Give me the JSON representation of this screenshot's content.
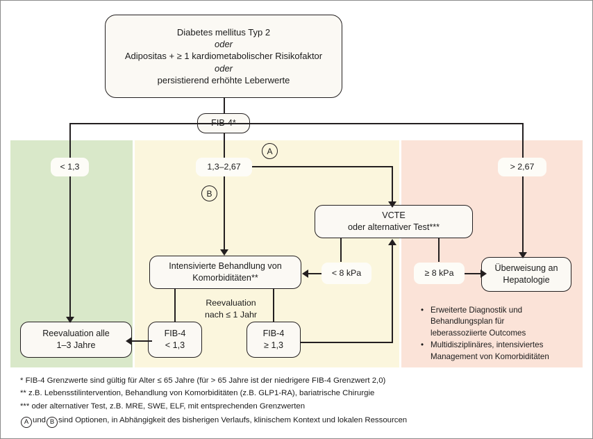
{
  "figure": {
    "title_box": {
      "line1": "Diabetes mellitus Typ 2",
      "line2": "oder",
      "line3": "Adipositas + ≥ 1 kardiometabolischer Risikofaktor",
      "line4": "oder",
      "line5": "persistierend erhöhte Leberwerte"
    },
    "decision": {
      "label": "FIB-4*"
    },
    "branches": {
      "low": "< 1,3",
      "mid": "1,3–2,67",
      "high": "> 2,67"
    },
    "options": {
      "a": "A",
      "b": "B"
    },
    "nodes": {
      "vcte_line1": "VCTE",
      "vcte_line2": "oder alternativer Test***",
      "treatment_line1": "Intensivierte Behandlung von",
      "treatment_line2": "Komorbiditäten**",
      "referral_line1": "Überweisung an",
      "referral_line2": "Hepatologie",
      "reevaluation_line1": "Reevaluation alle",
      "reevaluation_line2": "1–3 Jahre",
      "fib4_low_line1": "FIB-4",
      "fib4_low_line2": "< 1,3",
      "fib4_high_line1": "FIB-4",
      "fib4_high_line2": "≥ 1,3"
    },
    "kpa": {
      "low": "< 8 kPa",
      "high": "≥ 8 kPa"
    },
    "reeval_note": {
      "line1": "Reevaluation",
      "line2": "nach ≤ 1 Jahr"
    },
    "bullets": [
      [
        "Erweiterte Diagnostik und",
        "Behandlungsplan für",
        "leberassoziierte Outcomes"
      ],
      [
        "Multidisziplinäres, intensiviertes",
        "Management von Komorbiditäten"
      ]
    ],
    "footnotes": {
      "line1": "* FIB-4 Grenzwerte sind gültig für Alter ≤ 65 Jahre (für > 65 Jahre ist der niedrigere FIB-4 Grenzwert 2,0)",
      "line2": "** z.B. Lebensstilintervention, Behandlung von Komorbiditäten (z.B. GLP1-RA), bariatrische Chirurgie",
      "line3": "*** oder alternativer Test, z.B. MRE, SWE, ELF, mit entsprechenden Grenzwerten",
      "line4_a": "A",
      "line4_mid": "und",
      "line4_b": "B",
      "line4_tail": "sind Optionen, in Abhängigkeit des bisherigen Verlaufs, klinischem Kontext und lokalen Ressourcen"
    },
    "colors": {
      "band_green": "#d9e8c9",
      "band_yellow": "#fbf6dd",
      "band_pink": "#fbe3d8",
      "stroke": "#231f20",
      "node_fill": "#fbf9f4"
    }
  }
}
